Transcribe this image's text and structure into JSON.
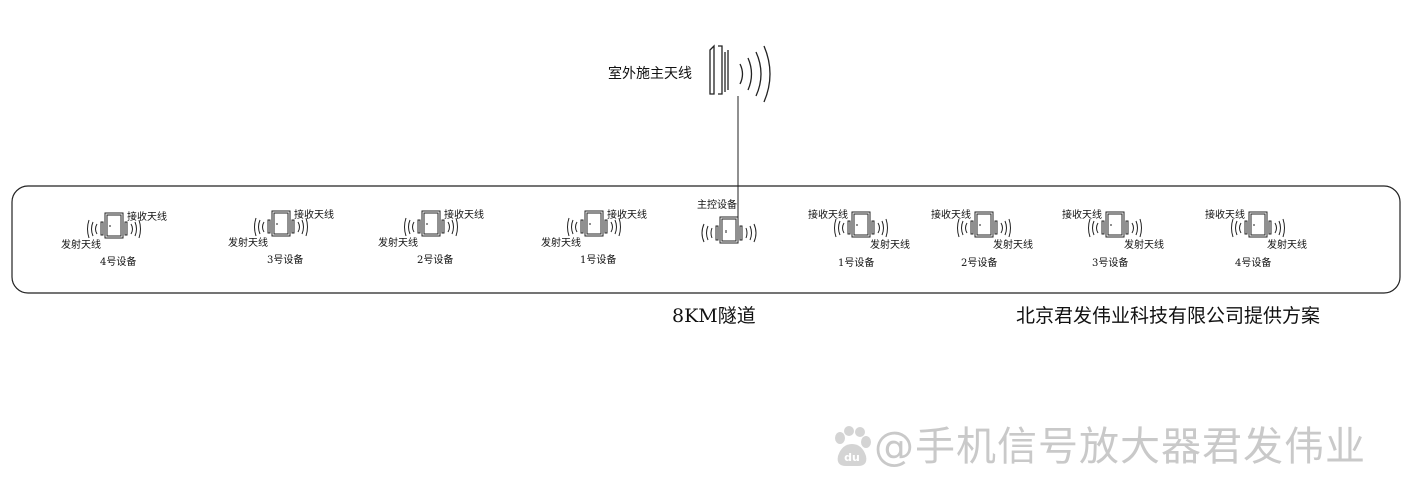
{
  "outdoor_antenna_label": "室外施主天线",
  "master_device_label": "主控设备",
  "tunnel_label": "8KM隧道",
  "provider_label": "北京君发伟业科技有限公司提供方案",
  "watermark": {
    "text": "@手机信号放大器君发伟业",
    "logo_text": "du"
  },
  "left_units": [
    {
      "device": "4号设备",
      "tx": "发射天线",
      "rx": "接收天线"
    },
    {
      "device": "3号设备",
      "tx": "发射天线",
      "rx": "接收天线"
    },
    {
      "device": "2号设备",
      "tx": "发射天线",
      "rx": "接收天线"
    },
    {
      "device": "1号设备",
      "tx": "发射天线",
      "rx": "接收天线"
    }
  ],
  "right_units": [
    {
      "device": "1号设备",
      "tx": "发射天线",
      "rx": "接收天线"
    },
    {
      "device": "2号设备",
      "tx": "发射天线",
      "rx": "接收天线"
    },
    {
      "device": "3号设备",
      "tx": "发射天线",
      "rx": "接收天线"
    },
    {
      "device": "4号设备",
      "tx": "发射天线",
      "rx": "接收天线"
    }
  ],
  "colors": {
    "line": "#222222",
    "watermark": "#c9c9c9"
  }
}
